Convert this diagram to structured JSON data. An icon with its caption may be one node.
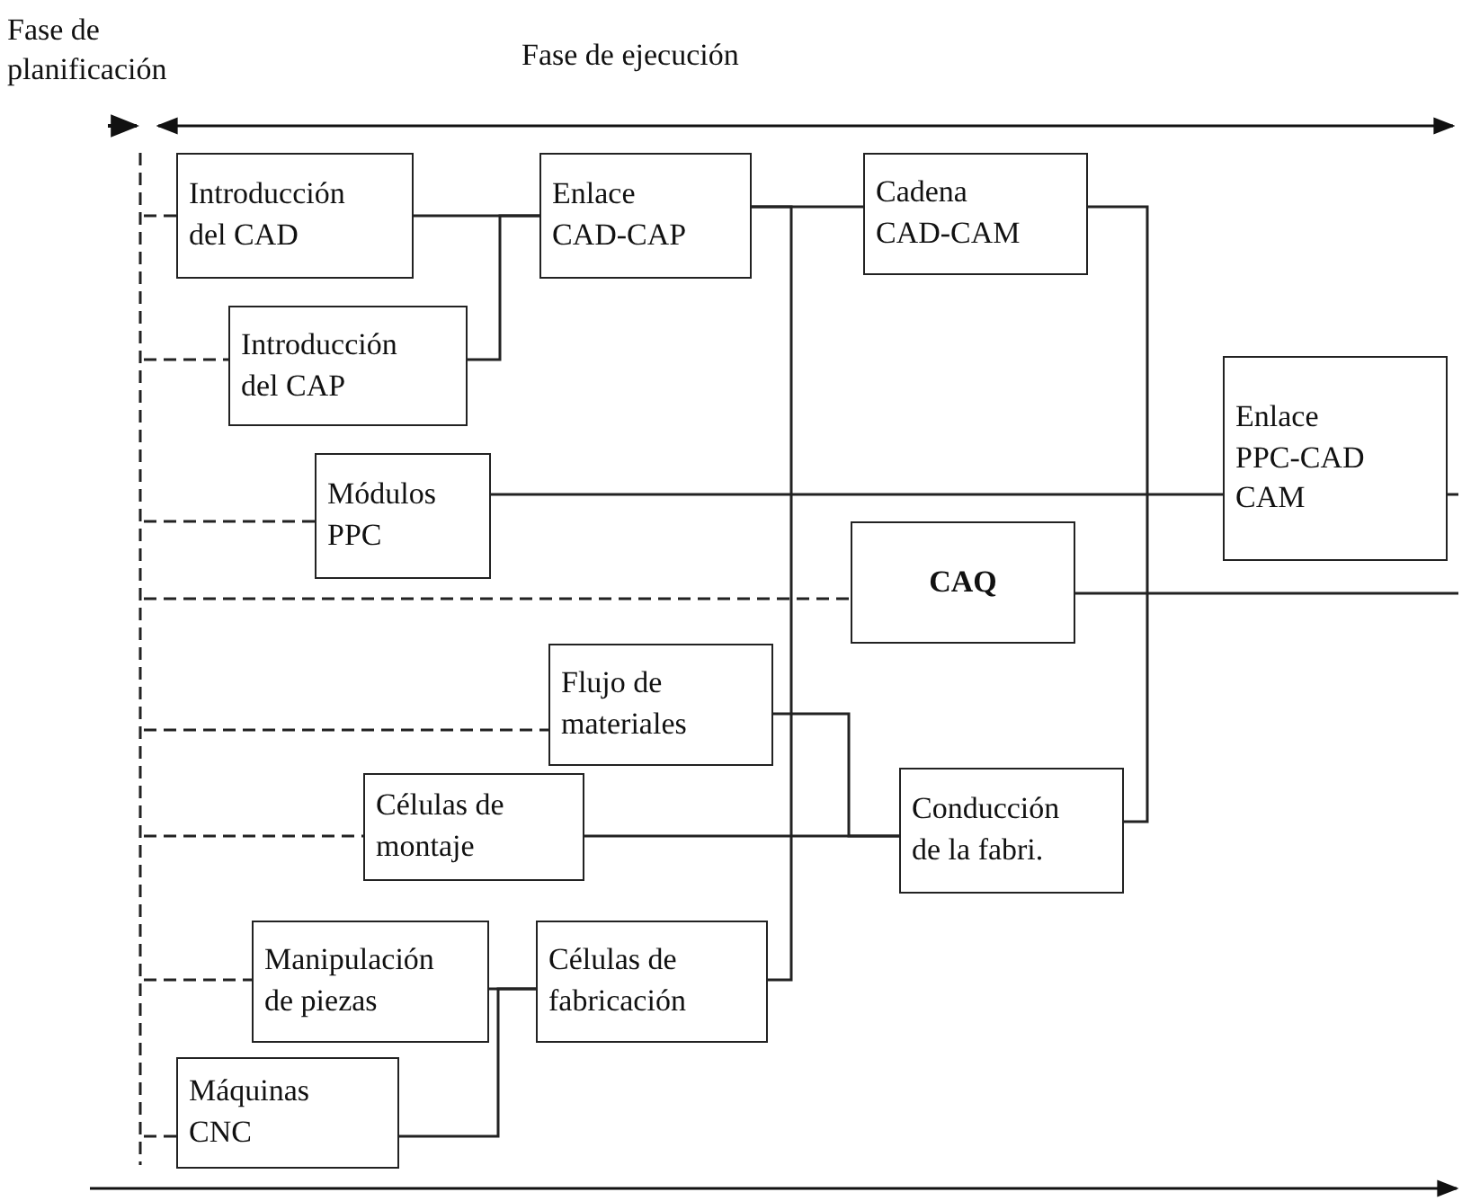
{
  "diagram": {
    "nodes": [
      {
        "text": [
          "Introducción del CAD"
        ]
      },
      {
        "text": [
          "Enlace CAD-CAP"
        ]
      },
      {
        "text": [
          "Cadena CAD-CAM"
        ]
      },
      {
        "text": [
          "Introducción del CAP"
        ]
      },
      {
        "text": [
          "Módulos PPC"
        ]
      },
      {
        "text": [
          "Enlace PPC-CAD CAM"
        ]
      },
      {
        "text": [
          "CAQ"
        ]
      },
      {
        "text": [
          "Flujo de materiales"
        ]
      },
      {
        "text": [
          "Células de montaje"
        ]
      },
      {
        "text": [
          "Conducción de la fabri."
        ]
      },
      {
        "text": [
          "Manipulación de piezas"
        ]
      },
      {
        "text": [
          "Células de fabricación"
        ]
      },
      {
        "text": [
          "Máquinas CNC"
        ]
      },
      {
        "text": [],
        "shape": "bar"
      }
    ],
    "edges": [
      {
        "from": 0,
        "to": 1,
        "arrow": "none"
      },
      {
        "from": 3,
        "to": 1,
        "arrow": "none"
      },
      {
        "from": 1,
        "to": 2,
        "arrow": "none"
      },
      {
        "from": 1,
        "to": 11,
        "arrow": "none"
      },
      {
        "from": 2,
        "to": 9,
        "arrow": "none"
      },
      {
        "from": 4,
        "to": 5,
        "arrow": "none"
      },
      {
        "from": 5,
        "to": null,
        "arrow": "none"
      },
      {
        "from": 6,
        "to": null,
        "arrow": "none"
      },
      {
        "from": 7,
        "to": 9,
        "arrow": "none"
      },
      {
        "from": 8,
        "to": 9,
        "arrow": "none"
      },
      {
        "from": 10,
        "to": 11,
        "arrow": "none"
      },
      {
        "from": 12,
        "to": 11,
        "arrow": "none"
      },
      {
        "from": 13,
        "to": 0,
        "arrow": "none",
        "style": "dashed"
      },
      {
        "from": 13,
        "to": 3,
        "arrow": "none",
        "style": "dashed"
      },
      {
        "from": 13,
        "to": 4,
        "arrow": "none",
        "style": "dashed"
      },
      {
        "from": 13,
        "to": 6,
        "arrow": "none",
        "style": "dashed"
      },
      {
        "from": 13,
        "to": 7,
        "arrow": "none",
        "style": "dashed"
      },
      {
        "from": 13,
        "to": 8,
        "arrow": "none",
        "style": "dashed"
      },
      {
        "from": 13,
        "to": 10,
        "arrow": "none",
        "style": "dashed"
      },
      {
        "from": 13,
        "to": 12,
        "arrow": "none",
        "style": "dashed"
      }
    ],
    "labels": [
      "Fase de planificación",
      "Fase de ejecución"
    ]
  }
}
